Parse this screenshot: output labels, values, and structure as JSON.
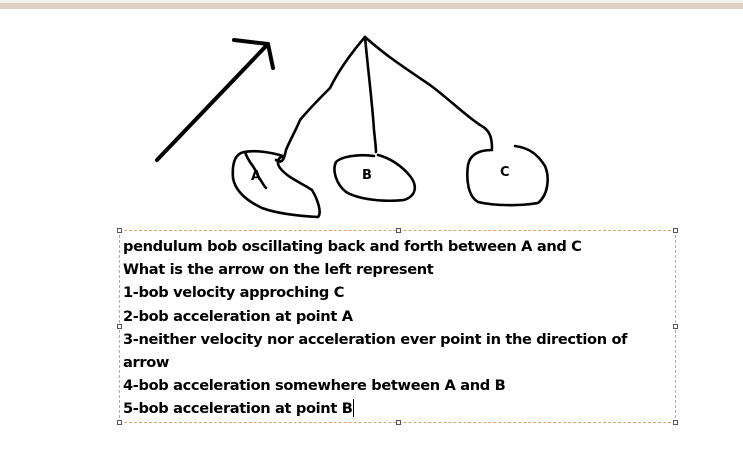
{
  "drawing": {
    "arrow_label": "arrow pointing up-right",
    "bobs": [
      {
        "label": "A"
      },
      {
        "label": "B"
      },
      {
        "label": "C"
      }
    ]
  },
  "textbox": {
    "lines": [
      "pendulum bob oscillating back and forth between A and C",
      "What is the arrow on the left represent",
      "1-bob velocity approching C",
      "2-bob acceleration at point A",
      "3-neither velocity nor acceleration ever point in the direction of",
      "arrow",
      "4-bob acceleration somewhere between A and B",
      "5-bob acceleration at point B"
    ]
  },
  "colors": {
    "top_rule": "#e0d0c6",
    "selection_border": "#d9a56b",
    "ink": "#000000"
  }
}
